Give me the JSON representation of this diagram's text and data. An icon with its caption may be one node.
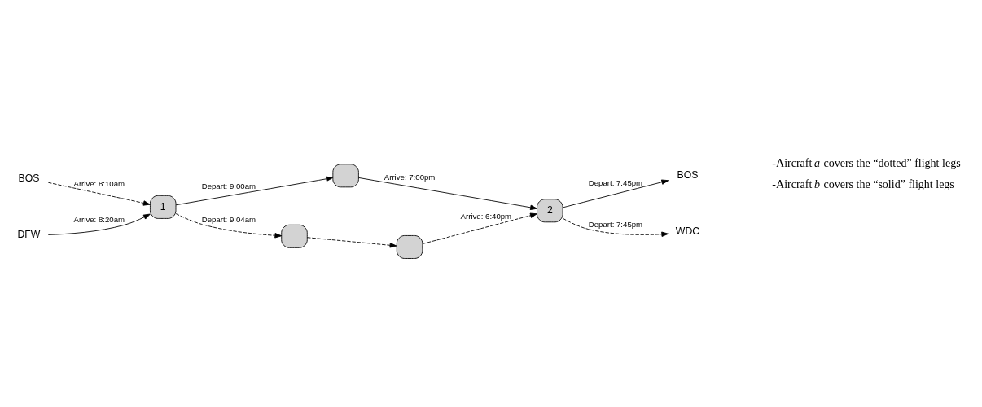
{
  "diagram": {
    "nodes": [
      {
        "text": [
          "BOS"
        ]
      },
      {
        "text": [
          "DFW"
        ]
      },
      {
        "text": [
          "1"
        ]
      },
      {
        "text": [],
        "shape": "box"
      },
      {
        "text": [],
        "shape": "box"
      },
      {
        "text": [],
        "shape": "box"
      },
      {
        "text": [
          "2"
        ]
      },
      {
        "text": [
          "BOS"
        ]
      },
      {
        "text": [
          "WDC"
        ]
      }
    ],
    "edges": [
      {
        "from": 0,
        "to": 2,
        "arrow": "to",
        "style": "dashed",
        "label": "Arrive: 8:10am"
      },
      {
        "from": 1,
        "to": 2,
        "arrow": "to",
        "label": "Arrive: 8:20am"
      },
      {
        "from": 2,
        "to": 3,
        "arrow": "to",
        "label": "Depart: 9:00am"
      },
      {
        "from": 2,
        "to": 4,
        "arrow": "to",
        "style": "dashed",
        "label": "Depart: 9:04am"
      },
      {
        "from": 3,
        "to": 6,
        "arrow": "to",
        "label": "Arrive: 7:00pm"
      },
      {
        "from": 4,
        "to": 5,
        "arrow": "to",
        "style": "dashed"
      },
      {
        "from": 5,
        "to": 6,
        "arrow": "to",
        "style": "dashed",
        "label": "Arrive: 6:40pm"
      },
      {
        "from": 6,
        "to": 7,
        "arrow": "to",
        "label": "Depart: 7:45pm"
      },
      {
        "from": 6,
        "to": 8,
        "arrow": "to",
        "style": "dashed",
        "label": "Depart: 7:45pm"
      }
    ],
    "labels": [
      "-Aircraft *a* covers the “dotted” flight legs",
      "-Aircraft *b* covers the “solid” flight legs"
    ]
  }
}
